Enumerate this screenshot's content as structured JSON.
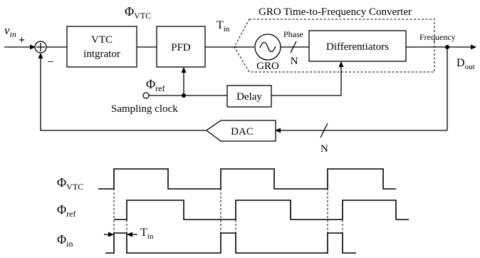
{
  "block_diagram": {
    "input_label": {
      "main": "v",
      "sub": "in"
    },
    "sum_plus": "+",
    "sum_minus": "−",
    "phi_vtc": {
      "main": "Φ",
      "sub": "VTC"
    },
    "vtc_block": {
      "line1": "VTC",
      "line2": "intgrator"
    },
    "pfd_block": "PFD",
    "tin_label": {
      "main": "T",
      "sub": "in"
    },
    "gro_title": "GRO Time-to-Frequency Converter",
    "phase_label": "Phase",
    "n_label_top": "N",
    "gro_label": "GRO",
    "diff_block": "Differentiators",
    "frequency_label": "Frequency",
    "dout_label": {
      "main": "D",
      "sub": "out"
    },
    "phi_ref": {
      "main": "Φ",
      "sub": "ref"
    },
    "sampling_clock": "Sampling clock",
    "delay_block": "Delay",
    "dac_block": "DAC",
    "n_label_bottom": "N"
  },
  "timing_diagram": {
    "signals": [
      {
        "main": "Φ",
        "sub": "VTC"
      },
      {
        "main": "Φ",
        "sub": "ref"
      },
      {
        "main": "Φ",
        "sub": "in"
      }
    ],
    "tin_label": {
      "main": "T",
      "sub": "in"
    }
  }
}
